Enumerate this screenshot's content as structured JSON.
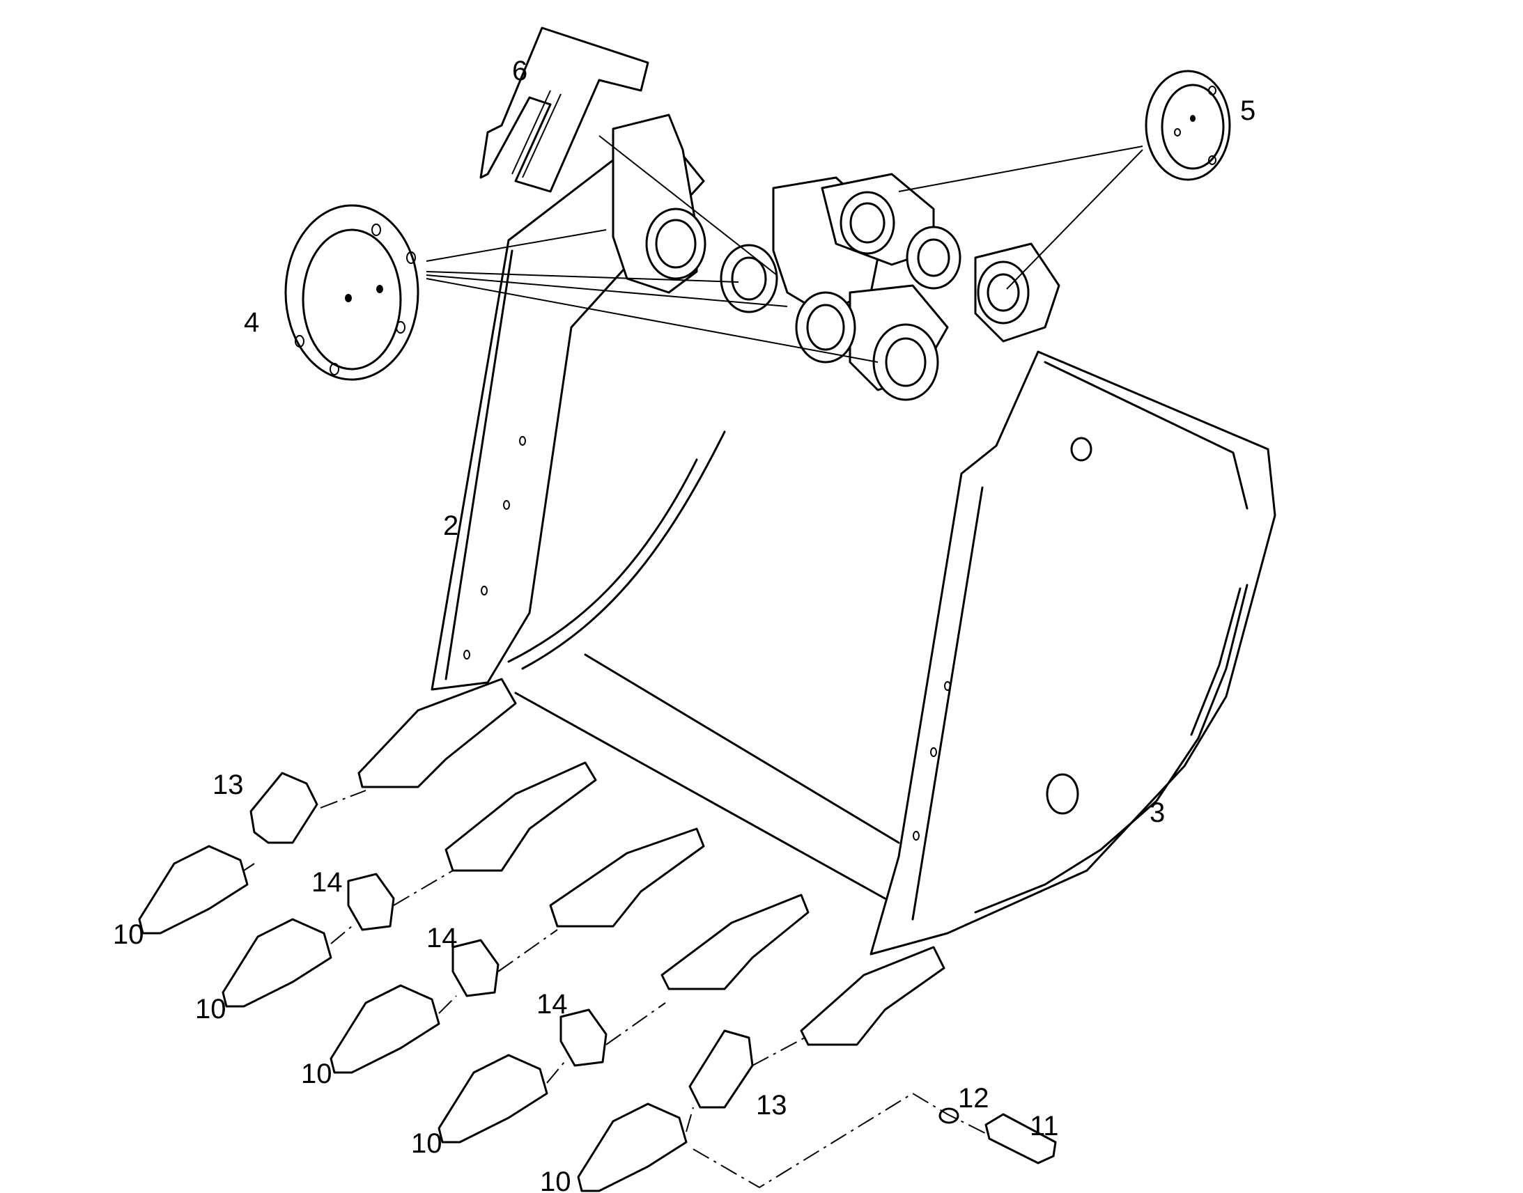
{
  "callouts": [
    {
      "label": "2"
    },
    {
      "label": "3"
    },
    {
      "label": "4"
    },
    {
      "label": "5"
    },
    {
      "label": "6"
    },
    {
      "label": "10"
    },
    {
      "label": "10"
    },
    {
      "label": "10"
    },
    {
      "label": "10"
    },
    {
      "label": "10"
    },
    {
      "label": "11"
    },
    {
      "label": "12"
    },
    {
      "label": "13"
    },
    {
      "label": "13"
    },
    {
      "label": "14"
    },
    {
      "label": "14"
    },
    {
      "label": "14"
    }
  ],
  "colors": {
    "line": "#000000",
    "background": "#ffffff"
  }
}
